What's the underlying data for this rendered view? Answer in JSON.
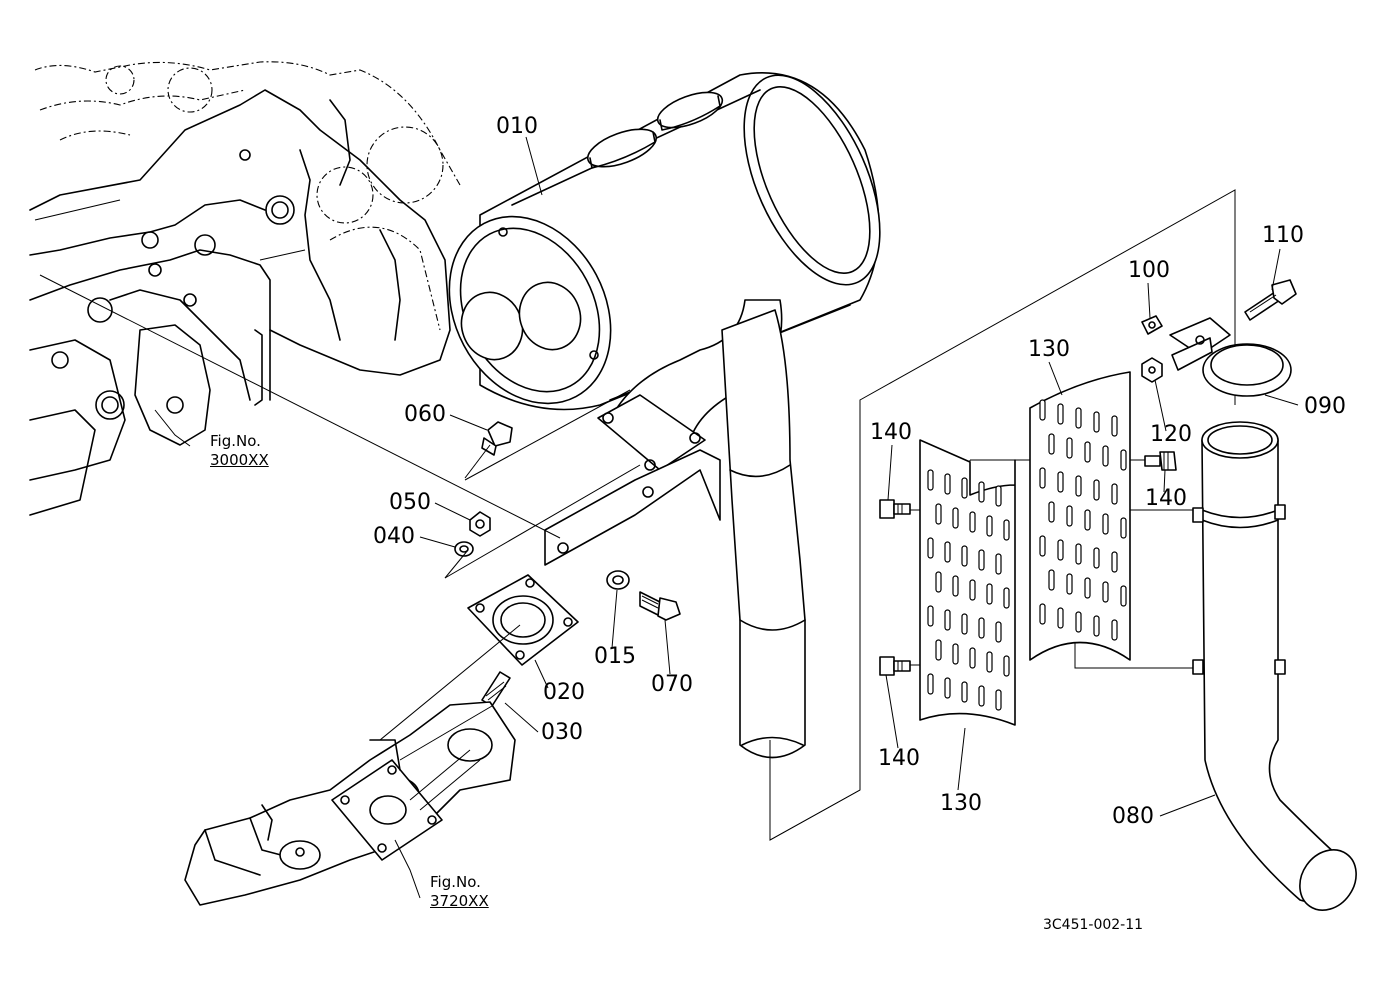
{
  "callouts": [
    {
      "id": "010",
      "text": "010"
    },
    {
      "id": "060",
      "text": "060"
    },
    {
      "id": "050",
      "text": "050"
    },
    {
      "id": "040",
      "text": "040"
    },
    {
      "id": "015",
      "text": "015"
    },
    {
      "id": "070",
      "text": "070"
    },
    {
      "id": "020",
      "text": "020"
    },
    {
      "id": "030",
      "text": "030"
    },
    {
      "id": "110",
      "text": "110"
    },
    {
      "id": "100",
      "text": "100"
    },
    {
      "id": "130a",
      "text": "130"
    },
    {
      "id": "090",
      "text": "090"
    },
    {
      "id": "120",
      "text": "120"
    },
    {
      "id": "140a",
      "text": "140"
    },
    {
      "id": "140b",
      "text": "140"
    },
    {
      "id": "140c",
      "text": "140"
    },
    {
      "id": "130b",
      "text": "130"
    },
    {
      "id": "080",
      "text": "080"
    }
  ],
  "figure_refs": [
    {
      "label": "Fig.No.",
      "number": "3000XX"
    },
    {
      "label": "Fig.No.",
      "number": "3720XX"
    }
  ],
  "drawing_code": "3C451-002-11"
}
